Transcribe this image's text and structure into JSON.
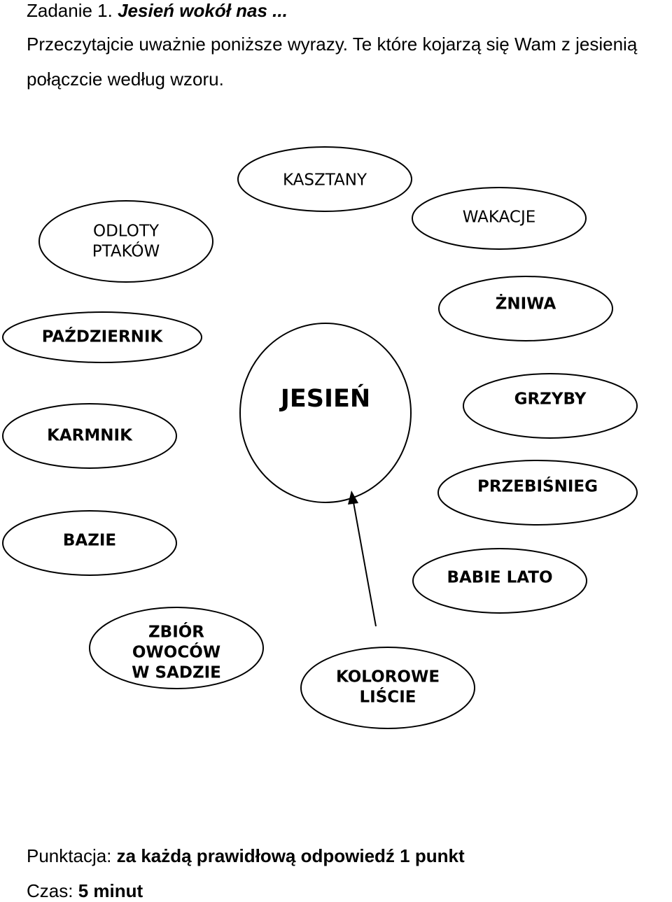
{
  "header": {
    "task_prefix": "Zadanie 1. ",
    "task_title": "Jesień wokół nas ...",
    "instruction_line1": "Przeczytajcie uważnie poniższe wyrazy. Te które kojarzą się Wam z jesienią",
    "instruction_line2": "połączcie według wzoru."
  },
  "diagram": {
    "center": "JESIEŃ",
    "words": {
      "kasztany": "KASZTANY",
      "odloty_1": "ODLOTY",
      "odloty_2": "PTAKÓW",
      "wakacje": "WAKACJE",
      "zniwa": "ŻNIWA",
      "pazdziernik": "PAŹDZIERNIK",
      "grzyby": "GRZYBY",
      "karmnik": "KARMNIK",
      "przebisnieg": "PRZEBIŚNIEG",
      "bazie": "BAZIE",
      "babie_lato": "BABIE LATO",
      "zbior_1": "ZBIÓR",
      "zbior_2": "OWOCÓW",
      "zbior_3": "W SADZIE",
      "kolorowe_1": "KOLOROWE",
      "kolorowe_2": "LIŚCIE"
    }
  },
  "footer": {
    "scoring_label": "Punktacja: ",
    "scoring_value": "za każdą prawidłową odpowiedź 1 punkt",
    "time_label": "Czas: ",
    "time_value": "5 minut"
  }
}
